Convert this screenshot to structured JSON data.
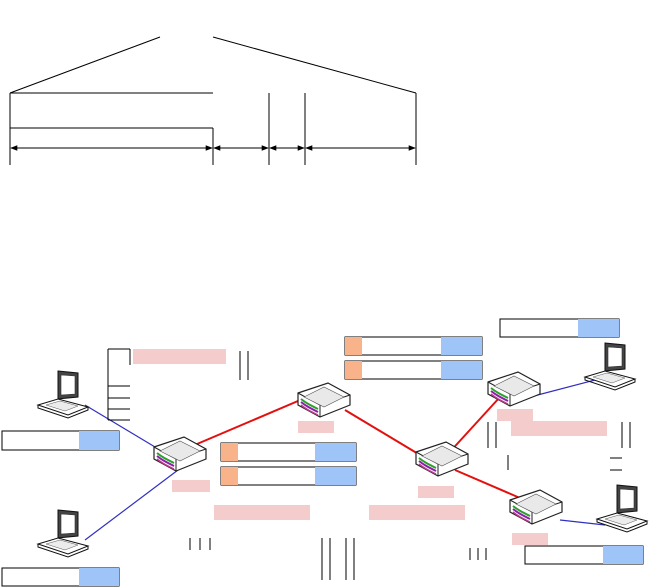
{
  "colors": {
    "label_pink": "#f4cccc",
    "label_blue": "#9fc5f8",
    "label_orange": "#f8b38a",
    "link_red": "#e41010",
    "link_blue": "#3030c0",
    "line_black": "#000000"
  },
  "icons": {
    "router": "router-icon",
    "laptop": "laptop-icon"
  },
  "header_diagram": {
    "top_label": "",
    "segments": [
      "",
      "",
      "",
      ""
    ]
  },
  "network": {
    "routers": [
      {
        "id": "R1",
        "label": ""
      },
      {
        "id": "R2",
        "label": ""
      },
      {
        "id": "R3",
        "label": ""
      },
      {
        "id": "R4",
        "label": ""
      },
      {
        "id": "R5",
        "label": ""
      }
    ],
    "hosts": [
      {
        "id": "H1",
        "label": ""
      },
      {
        "id": "H2",
        "label": ""
      },
      {
        "id": "H3",
        "label": ""
      },
      {
        "id": "H4",
        "label": ""
      }
    ],
    "address_boxes": [
      {
        "text": ""
      },
      {
        "text": ""
      },
      {
        "text": ""
      },
      {
        "text": ""
      },
      {
        "text": ""
      },
      {
        "text": ""
      },
      {
        "text": ""
      },
      {
        "text": ""
      },
      {
        "text": ""
      }
    ]
  }
}
